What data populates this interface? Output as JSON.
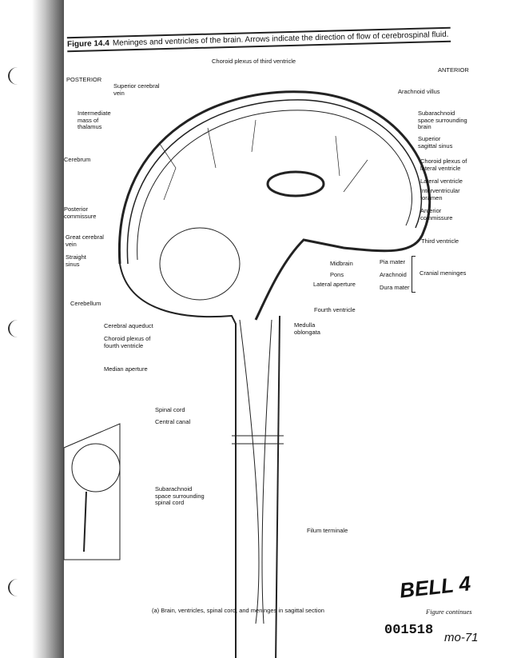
{
  "caption": {
    "figure": "Figure 14.4",
    "text": "Meninges and ventricles of the brain. Arrows indicate the direction of flow of cerebrospinal fluid."
  },
  "orientation": {
    "posterior": "POSTERIOR",
    "anterior": "ANTERIOR"
  },
  "labels_left": [
    "Superior cerebral\nvein",
    "Intermediate\nmass of\nthalamus",
    "Cerebrum",
    "Posterior\ncommissure",
    "Great cerebral\nvein",
    "Straight\nsinus",
    "Cerebellum",
    "Cerebral aqueduct",
    "Choroid plexus of\nfourth ventricle",
    "Median aperture",
    "Spinal cord",
    "Central canal",
    "Subarachnoid\nspace surrounding\nspinal cord"
  ],
  "labels_right": [
    "Choroid plexus of third ventricle",
    "Arachnoid villus",
    "Subarachnoid\nspace surrounding\nbrain",
    "Superior\nsagittal sinus",
    "Choroid plexus of\nlateral ventricle",
    "Lateral ventricle",
    "Interventricular\nforamen",
    "Anterior\ncommissure",
    "Third ventricle",
    "Pia mater",
    "Arachnoid",
    "Dura mater",
    "Cranial meninges",
    "Midbrain",
    "Pons",
    "Lateral aperture",
    "Fourth ventricle",
    "Medulla\noblongata",
    "Filum terminale"
  ],
  "subcaption": "(a) Brain, ventricles, spinal cord, and meninges in sagittal section",
  "figure_continues": "Figure continues",
  "handwritten": "BELL 4",
  "stamp_number": "001518",
  "handwritten_code": "mo-71"
}
